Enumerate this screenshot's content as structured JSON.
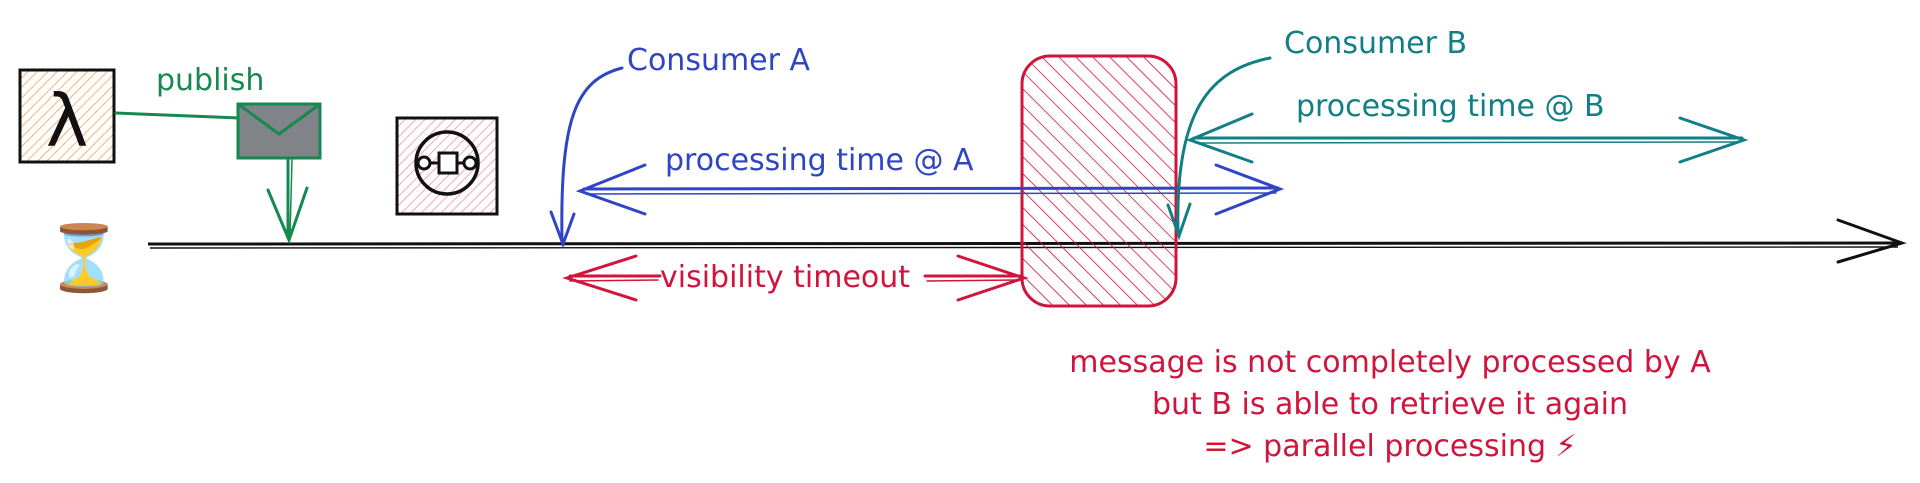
{
  "labels": {
    "publish": "publish",
    "consumer_a": "Consumer A",
    "consumer_b": "Consumer B",
    "processing_a": "processing time @ A",
    "processing_b": "processing time @ B",
    "visibility_timeout": "visibility timeout"
  },
  "note": {
    "line1": "message is not completely processed by A",
    "line2": "but B is able to retrieve it again",
    "line3": "=> parallel processing ⚡"
  },
  "icons": {
    "lambda": "λ",
    "hourglass": "⏳"
  },
  "colors": {
    "green": "#15894f",
    "blue": "#2f45c4",
    "teal": "#127f86",
    "red": "#d1143c",
    "timeline": "#111111"
  }
}
